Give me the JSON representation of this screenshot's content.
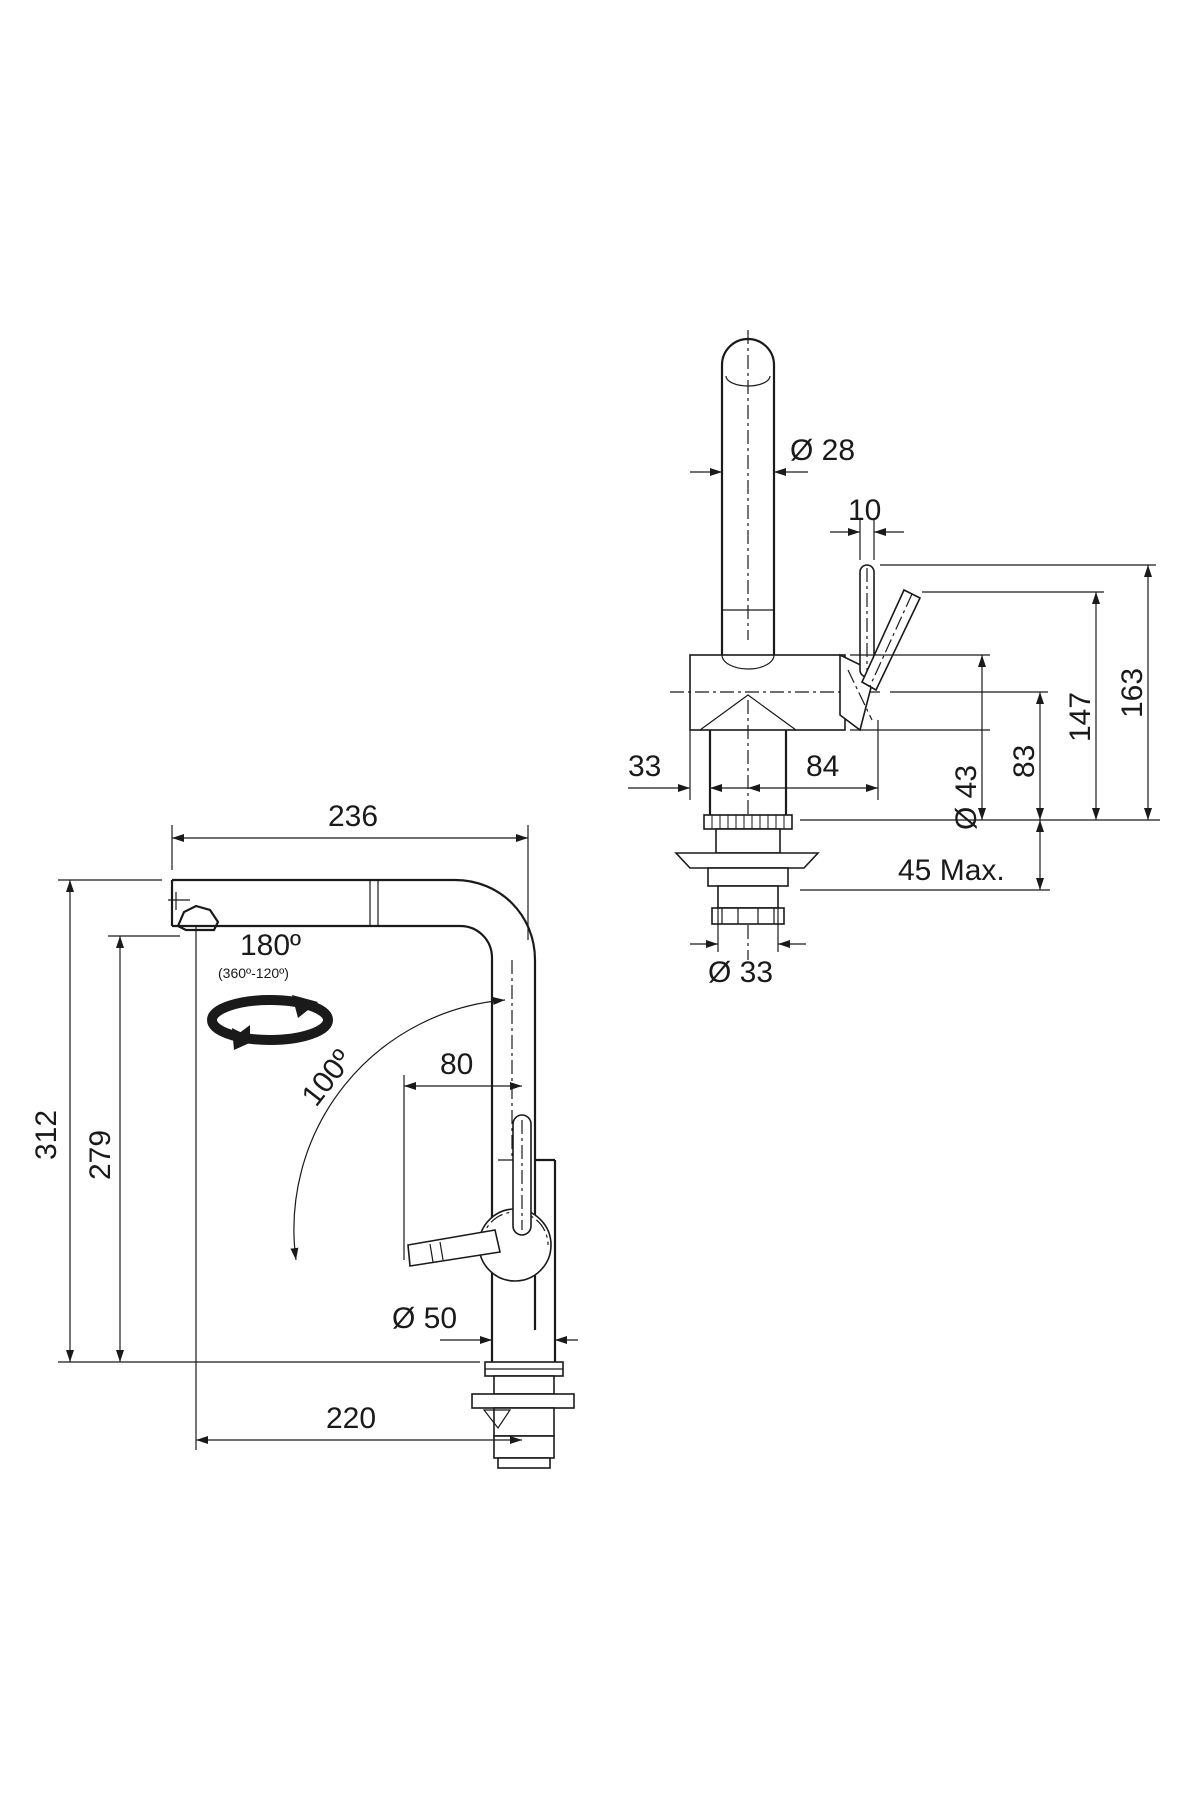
{
  "side_view": {
    "dims": {
      "width_top": "236",
      "height_overall": "312",
      "height_spout": "279",
      "lever_offset": "80",
      "body_diameter": "Ø 50",
      "reach": "220"
    },
    "rotation": {
      "angle": "180º",
      "range": "(360º-120º)"
    },
    "lever_angle": "100º"
  },
  "front_view": {
    "dims": {
      "spout_diameter": "Ø 28",
      "lever_width": "10",
      "left_offset": "33",
      "lever_reach": "84",
      "base_diameter": "Ø 43",
      "height_83": "83",
      "height_147": "147",
      "height_163": "163",
      "mount_thickness": "45 Max.",
      "shank_diameter": "Ø 33"
    }
  }
}
